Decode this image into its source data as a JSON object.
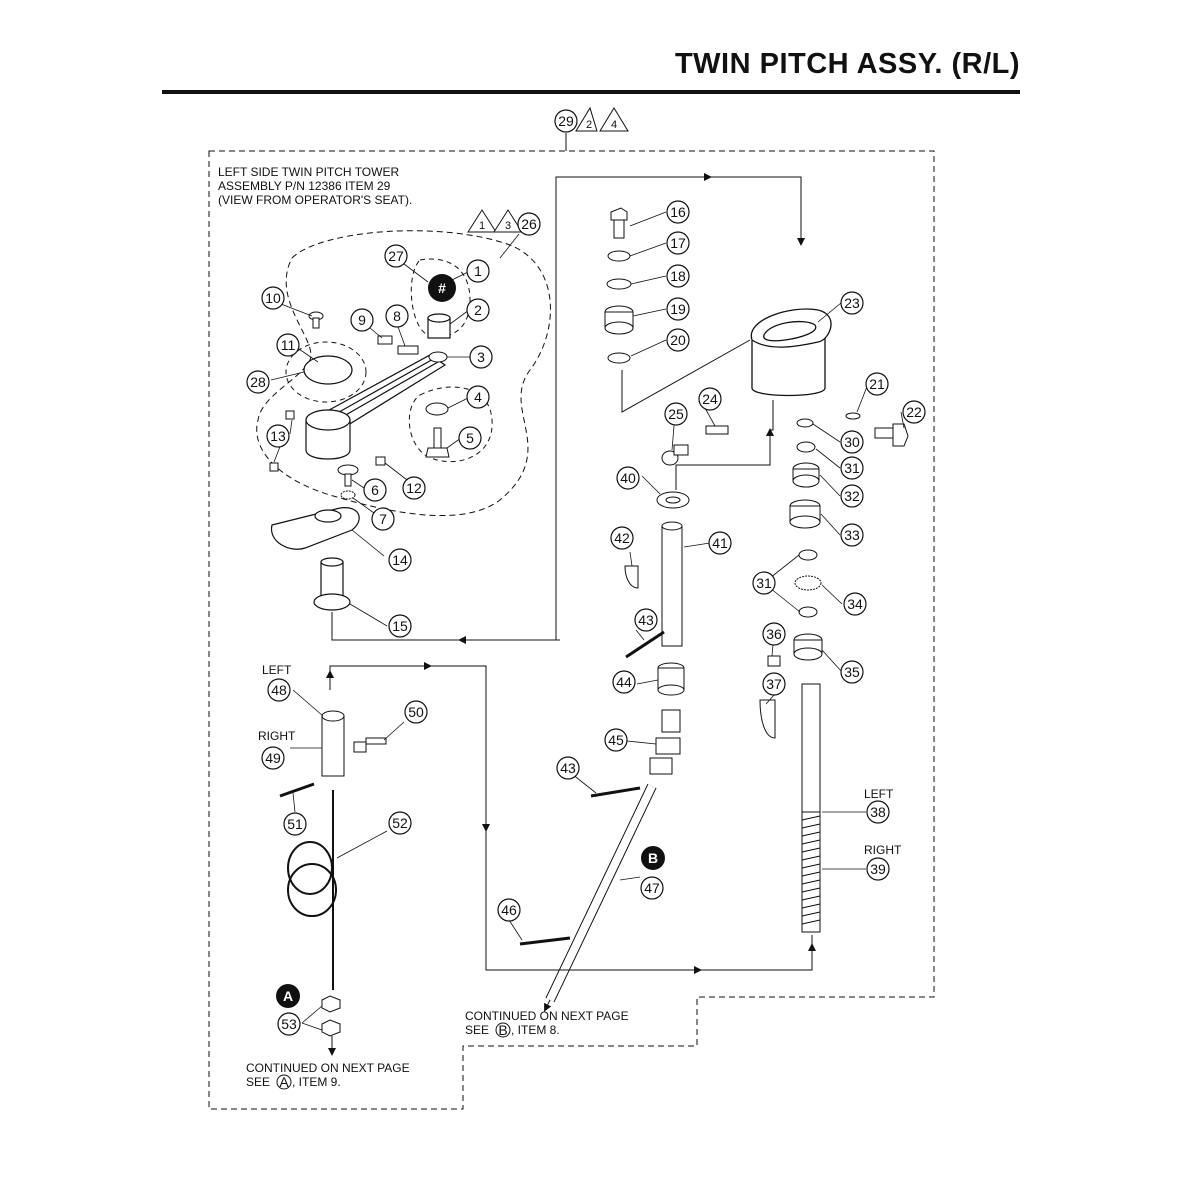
{
  "header": {
    "title": "TWIN PITCH ASSY. (R/L)"
  },
  "notes": {
    "tower_line1": "LEFT SIDE TWIN PITCH TOWER",
    "tower_line2": "ASSEMBLY P/N 12386 ITEM 29",
    "tower_line3": "(VIEW FROM OPERATOR'S SEAT).",
    "continued_b_line1": "CONTINUED ON NEXT PAGE",
    "continued_b_pre": "SEE",
    "continued_b_post": ", ITEM 8.",
    "continued_a_line1": "CONTINUED ON NEXT PAGE",
    "continued_a_pre": "SEE",
    "continued_a_post": ", ITEM 9.",
    "left_48": "LEFT",
    "right_49": "RIGHT",
    "left_38": "LEFT",
    "right_39": "RIGHT"
  },
  "refs": {
    "a": "A",
    "b": "B",
    "hash": "#"
  },
  "revision_marks": {
    "top": [
      "2",
      "4"
    ],
    "group26": [
      "1",
      "3"
    ]
  },
  "callouts": [
    "1",
    "2",
    "3",
    "4",
    "5",
    "6",
    "7",
    "8",
    "9",
    "10",
    "11",
    "12",
    "13",
    "14",
    "15",
    "16",
    "17",
    "18",
    "19",
    "20",
    "21",
    "22",
    "23",
    "24",
    "25",
    "26",
    "27",
    "28",
    "29",
    "30",
    "31",
    "31",
    "32",
    "33",
    "34",
    "35",
    "36",
    "37",
    "38",
    "39",
    "40",
    "41",
    "42",
    "43",
    "43",
    "44",
    "45",
    "46",
    "47",
    "48",
    "49",
    "50",
    "51",
    "52",
    "53"
  ],
  "colors": {
    "ink": "#111111",
    "background": "#ffffff"
  }
}
